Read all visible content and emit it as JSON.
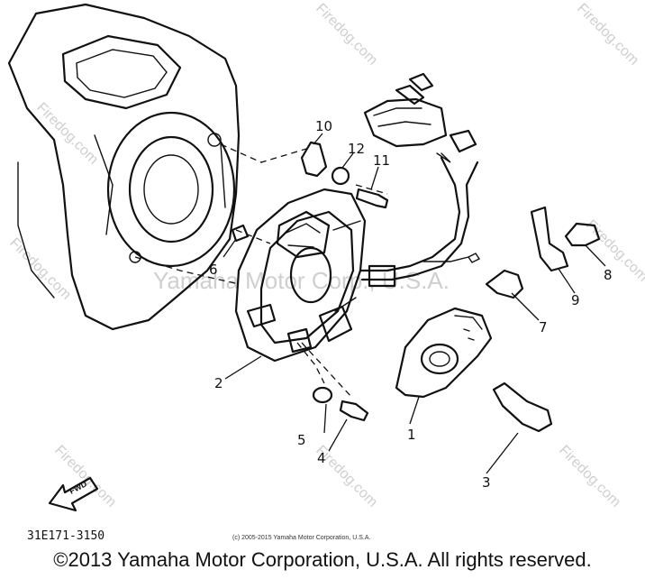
{
  "diagram": {
    "callouts": [
      {
        "id": "p1",
        "label": "1"
      },
      {
        "id": "p2",
        "label": "2"
      },
      {
        "id": "p3",
        "label": "3"
      },
      {
        "id": "p4",
        "label": "4"
      },
      {
        "id": "p5",
        "label": "5"
      },
      {
        "id": "p6",
        "label": "6"
      },
      {
        "id": "p7",
        "label": "7"
      },
      {
        "id": "p8",
        "label": "8"
      },
      {
        "id": "p9",
        "label": "9"
      },
      {
        "id": "p10",
        "label": "10"
      },
      {
        "id": "p11",
        "label": "11"
      },
      {
        "id": "p12",
        "label": "12"
      }
    ],
    "fwd_arrow_label": "FWD",
    "part_code": "31E171-3150",
    "small_copyright": "(c) 2005-2015 Yamaha Motor Corporation, U.S.A.",
    "watermark_site": "Firedog.com",
    "watermark_brand": "Yamaha Motor Corp., U.S.A."
  },
  "footer": {
    "copyright": "©2013 Yamaha Motor Corporation, U.S.A. All rights reserved."
  }
}
